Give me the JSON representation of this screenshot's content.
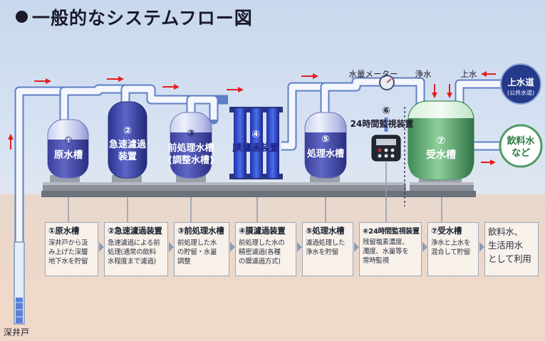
{
  "title": "一般的なシステムフロー図",
  "tanks": [
    {
      "num": "①",
      "name": "原水槽"
    },
    {
      "num": "②",
      "name": "急速濾過\n装置"
    },
    {
      "num": "③",
      "name": "前処理水槽\n(調整水槽)"
    },
    {
      "num": "④",
      "name": "膜濾過装置"
    },
    {
      "num": "⑤",
      "name": "処理水槽"
    },
    {
      "num": "⑦",
      "name": "受水槽"
    }
  ],
  "monitor": {
    "num": "⑥",
    "label": "24時間監視装置"
  },
  "meter_label": "水量メーター",
  "pipe_labels": {
    "clean_water": "浄水",
    "tap_water": "上水"
  },
  "water_supply": {
    "name": "上水道",
    "sub": "(公共水道)"
  },
  "output": "飲料水\nなど",
  "well": "深井戸",
  "steps": [
    {
      "title": "①原水槽",
      "desc": "深井戸から汲\nみ上げた深層\n地下水を貯留"
    },
    {
      "title": "②急速濾過装置",
      "desc": "急速濾過による前\n処理(通常の飲料\n水程度まで濾過)"
    },
    {
      "title": "③前処理水槽",
      "desc": "前処理した水\nの貯留・水量\n調整"
    },
    {
      "title": "④膜濾過装置",
      "desc": "前処理した水の\n精密濾過(各種\nの膜濾過方式)"
    },
    {
      "title": "⑤処理水槽",
      "desc": "濾過処理した\n浄水を貯留"
    },
    {
      "title": "⑥24時間監視装置",
      "desc": "残留塩素濃度、\n濁度、水量等を\n常時監視"
    },
    {
      "title": "⑦受水槽",
      "desc": "浄水と上水を\n混合して貯留"
    },
    {
      "title": "飲料水、\n生活用水\nとして利用",
      "desc": ""
    }
  ],
  "colors": {
    "pipe": "#6a8bd0",
    "tank_blue": "#3d4aa3",
    "tank_green": "#4f9a63",
    "arrow": "#e02020",
    "box_border": "#9aa7b9"
  }
}
